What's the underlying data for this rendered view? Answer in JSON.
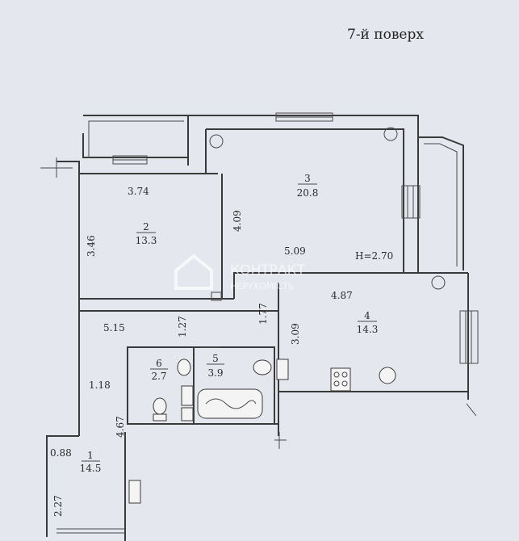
{
  "floor_label": "7-й поверх",
  "ceiling_height": "H=2.70",
  "rooms": [
    {
      "number": "1",
      "area": "14.5"
    },
    {
      "number": "2",
      "area": "13.3"
    },
    {
      "number": "3",
      "area": "20.8"
    },
    {
      "number": "4",
      "area": "14.3"
    },
    {
      "number": "5",
      "area": "3.9"
    },
    {
      "number": "6",
      "area": "2.7"
    }
  ],
  "dimensions": [
    "3.74",
    "3.46",
    "4.09",
    "5.09",
    "4.87",
    "3.09",
    "1.77",
    "5.15",
    "1.27",
    "1.18",
    "4.67",
    "0.88",
    "2.27"
  ],
  "watermark": {
    "line1": "КОНТРАКТ",
    "line2": "НЕРУХОМІСТЬ"
  }
}
